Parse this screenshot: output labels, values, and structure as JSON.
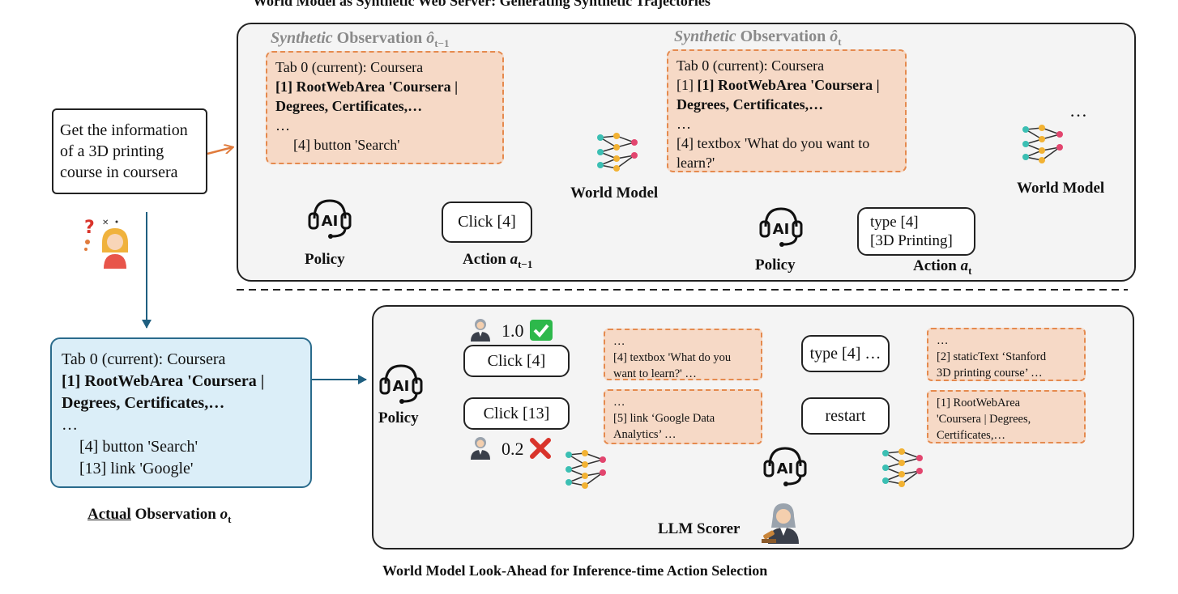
{
  "top_title": "World Model as Synthetic Web Server: Generating Synthetic Trajectories",
  "bottom_title": "World Model Look-Ahead for Inference-time Action Selection",
  "task": "Get the information of a 3D printing course in coursera",
  "synthetic_obs_prev": {
    "label_italic": "Synthetic",
    "label_rest": "Observation",
    "label_symbol": "ô",
    "label_sub": "t−1",
    "line1": "Tab 0 (current): Coursera",
    "line2": "[1] RootWebArea 'Coursera |",
    "line3": "Degrees, Certificates,…",
    "line4": "…",
    "line5": "[4] button 'Search'"
  },
  "synthetic_obs_curr": {
    "label_italic": "Synthetic",
    "label_rest": "Observation",
    "label_symbol": "ô",
    "label_sub": "t",
    "line1": "Tab 0 (current): Coursera",
    "line2_plain": "[1] ",
    "line2_bold": "[1] RootWebArea 'Coursera |",
    "line3": "Degrees, Certificates,…",
    "line4": "…",
    "line5": "[4] textbox 'What do you want to learn?'"
  },
  "action_prev": "Click [4]",
  "action_prev_label": "Action",
  "action_prev_symbol": "a",
  "action_prev_sub": "t−1",
  "action_curr_line1": "type [4]",
  "action_curr_line2": "[3D Printing]",
  "action_curr_label": "Action",
  "action_curr_symbol": "a",
  "action_curr_sub": "t",
  "policy_label": "Policy",
  "world_model_label": "World Model",
  "ellipsis": "…",
  "ai_text": "AI",
  "actual_obs": {
    "line1": "Tab 0 (current): Coursera",
    "line2": "[1] RootWebArea 'Coursera |",
    "line3": "Degrees, Certificates,…",
    "line4": "…",
    "line5": "[4] button 'Search'",
    "line6": "[13] link 'Google'",
    "label_underlined": "Actual",
    "label_rest": "Observation",
    "label_symbol": "o",
    "label_sub": "t"
  },
  "lookahead": {
    "score_good": "1.0",
    "score_bad": "0.2",
    "candidate1": "Click [4]",
    "candidate2": "Click [13]",
    "pred1_line1": "…",
    "pred1_line2": "[4] textbox 'What do you",
    "pred1_line3": "want to learn?' …",
    "pred2_line1": "…",
    "pred2_line2": "[5] link ‘Google Data",
    "pred2_line3": "Analytics’ …",
    "next1": "type [4] …",
    "next2": "restart",
    "res1_line1": "…",
    "res1_line2": "[2] staticText ‘Stanford",
    "res1_line3": "3D printing course’ …",
    "res2_line1": "[1] RootWebArea",
    "res2_line2": "'Coursera | Degrees,",
    "res2_line3": "Certificates,…",
    "scorer_label": "LLM Scorer"
  },
  "colors": {
    "orange": "#e07b3c",
    "blue": "#1f5f80",
    "green": "#2db84b",
    "red": "#d9342b"
  }
}
